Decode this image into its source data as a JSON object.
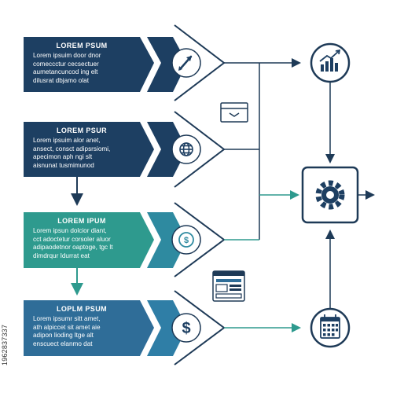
{
  "steps": [
    {
      "title": "LOREM PSUM",
      "lines": [
        "Lorem ipsuim door dnor",
        "comeccctur cecsectuer",
        "aumetancuncod ing elt",
        "dilusrat dbjamo olat"
      ],
      "color": "#1d3f62",
      "icon": "rocket-icon"
    },
    {
      "title": "LOREM PSUR",
      "lines": [
        "Lorem ipsuim alor anet,",
        "ansect, consct adipsrsiomi,",
        "apecimon aph ngi slt",
        "aisnunat tusmimunod"
      ],
      "color": "#1d3f62",
      "icon": "globe-icon"
    },
    {
      "title": "LOREM IPUM",
      "lines": [
        "Lorem ipsun dolcior diant,",
        "cct adoctetur corsoler aluor",
        "adipaodetnor oaptoge, tgc lt",
        "dimdrqur Idurrat eat"
      ],
      "color": "#2e9a8e",
      "icon": "dollar-coin-icon"
    },
    {
      "title": "LOPLM PSUM",
      "lines": [
        "Lorem ipsumr sitt amet,",
        "ath alpiccet sit amet aie",
        "adipon lioding ltge alt",
        "enscuect elanmo dat"
      ],
      "color": "#2f6d98",
      "icon": "dollar-sign-icon"
    }
  ],
  "icons": {
    "chart_node": "bar-chart-icon",
    "center_node": "gear-icon",
    "calendar_node": "calendar-icon",
    "folder": "folder-icon",
    "window": "browser-window-icon"
  },
  "colors": {
    "navy": "#1d3f62",
    "teal": "#2e9a8e",
    "blue": "#2f6d98",
    "stroke": "#1e3a57"
  },
  "watermark_id": "1962837337"
}
